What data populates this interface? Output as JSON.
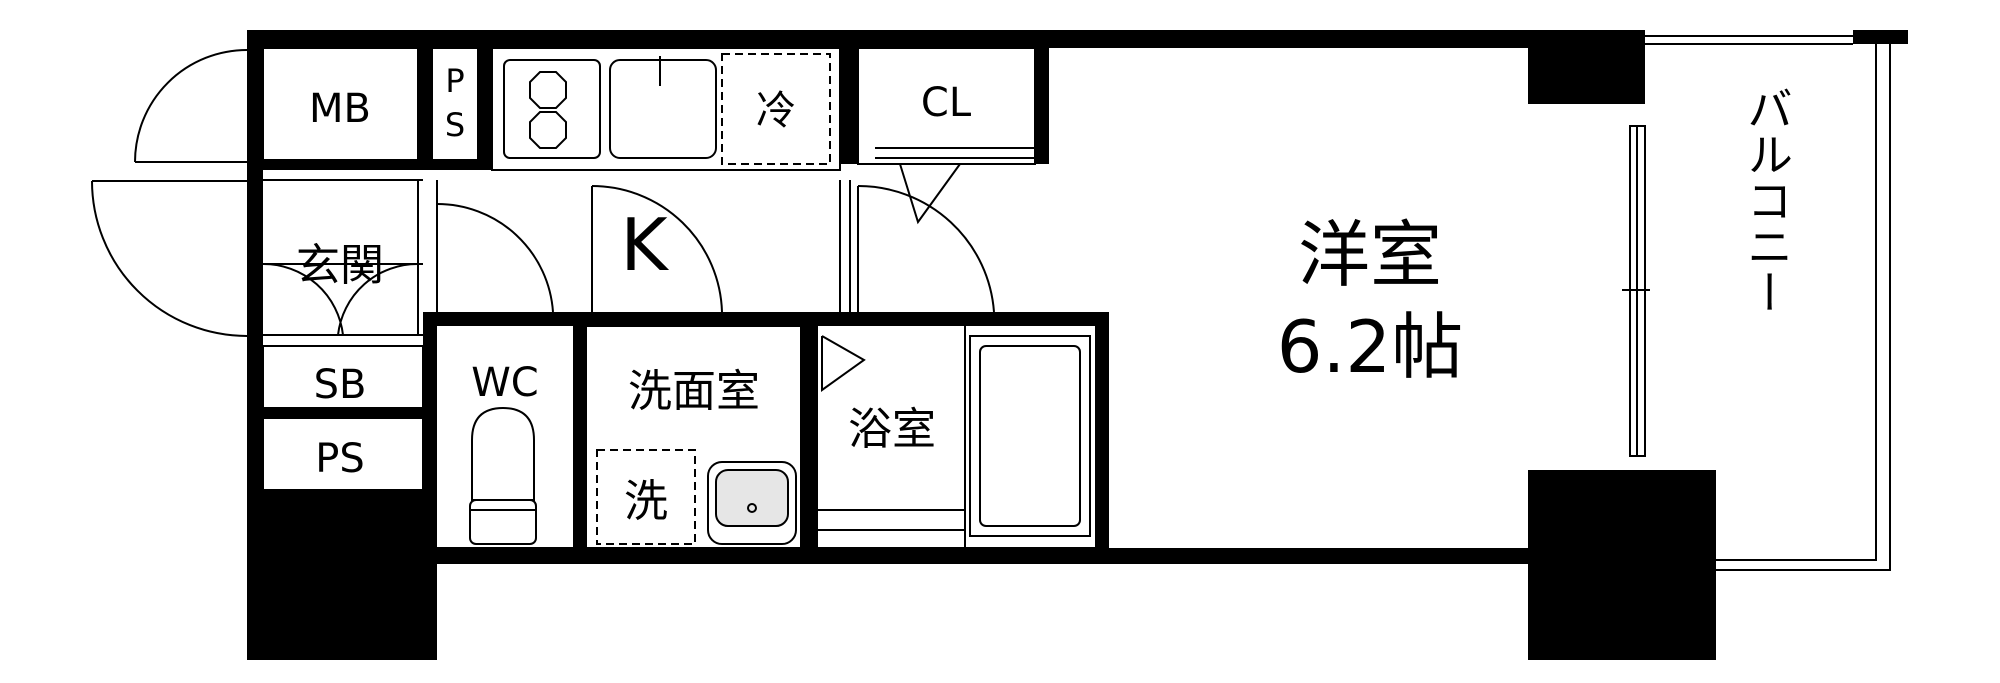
{
  "floor_plan": {
    "rooms": {
      "mb": "MB",
      "ps_top": "P\nS",
      "fridge": "冷",
      "cl": "CL",
      "entrance": "玄関",
      "kitchen": "K",
      "western_room": "洋室",
      "western_room_size": "6.2帖",
      "balcony": "バルコニー",
      "sb": "SB",
      "ps_bottom": "PS",
      "wc": "WC",
      "washroom": "洗面室",
      "washer": "洗",
      "bathroom": "浴室"
    },
    "colors": {
      "wall": "#000000",
      "background": "#ffffff",
      "fixture_fill": "#e6e6e6"
    }
  }
}
